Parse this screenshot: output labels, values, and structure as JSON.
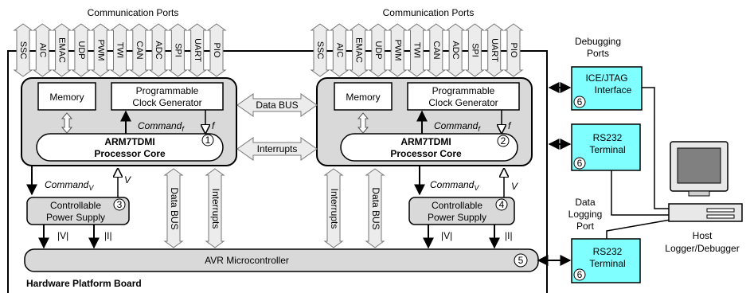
{
  "board": {
    "title": "Hardware Platform Board",
    "ports_heading": "Communication Ports",
    "ports": [
      "SSC",
      "AIC",
      "EMAC",
      "UDP",
      "PWM",
      "TWI",
      "CAN",
      "ADC",
      "SPI",
      "UART",
      "PIO"
    ]
  },
  "processor_1": {
    "memory": "Memory",
    "clock_line1": "Programmable",
    "clock_line2": "Clock Generator",
    "core_line1": "ARM7TDMI",
    "core_line2": "Processor Core",
    "number": "1",
    "command_f": "Command",
    "command_f_sub": "f",
    "f_label": "f",
    "command_v": "Command",
    "command_v_sub": "V",
    "v_label": "V",
    "psu_line1": "Controllable",
    "psu_line2": "Power Supply",
    "psu_number": "3",
    "abs_v": "|V|",
    "abs_i": "|I|"
  },
  "processor_2": {
    "memory": "Memory",
    "clock_line1": "Programmable",
    "clock_line2": "Clock Generator",
    "core_line1": "ARM7TDMI",
    "core_line2": "Processor Core",
    "number": "2",
    "command_f": "Command",
    "command_f_sub": "f",
    "f_label": "f",
    "command_v": "Command",
    "command_v_sub": "V",
    "v_label": "V",
    "psu_line1": "Controllable",
    "psu_line2": "Power Supply",
    "psu_number": "4",
    "abs_v": "|V|",
    "abs_i": "|I|"
  },
  "inter_links": {
    "data_bus": "Data BUS",
    "interrupts": "Interrupts"
  },
  "vertical_links": {
    "left_data_bus": "Data BUS",
    "left_interrupts": "Interrupts",
    "right_interrupts": "Interrupts",
    "right_data_bus": "Data BUS"
  },
  "avr": {
    "label": "AVR Microcontroller",
    "number": "5"
  },
  "external": {
    "debugging_ports_line1": "Debugging",
    "debugging_ports_line2": "Ports",
    "ice_line1": "ICE/JTAG",
    "ice_line2": "Interface",
    "ice_number": "6",
    "rs232_top_line1": "RS232",
    "rs232_top_line2": "Terminal",
    "rs232_top_number": "6",
    "data_logging_line1": "Data",
    "data_logging_line2": "Logging",
    "data_logging_line3": "Port",
    "rs232_bottom_line1": "RS232",
    "rs232_bottom_line2": "Terminal",
    "rs232_bottom_number": "6",
    "host_line1": "Host",
    "host_line2": "Logger/Debugger"
  },
  "colors": {
    "processor_fill": "#d9d9d9",
    "terminal_fill": "#7fffff",
    "arrow_fill": "#ececec",
    "line": "#000000"
  }
}
